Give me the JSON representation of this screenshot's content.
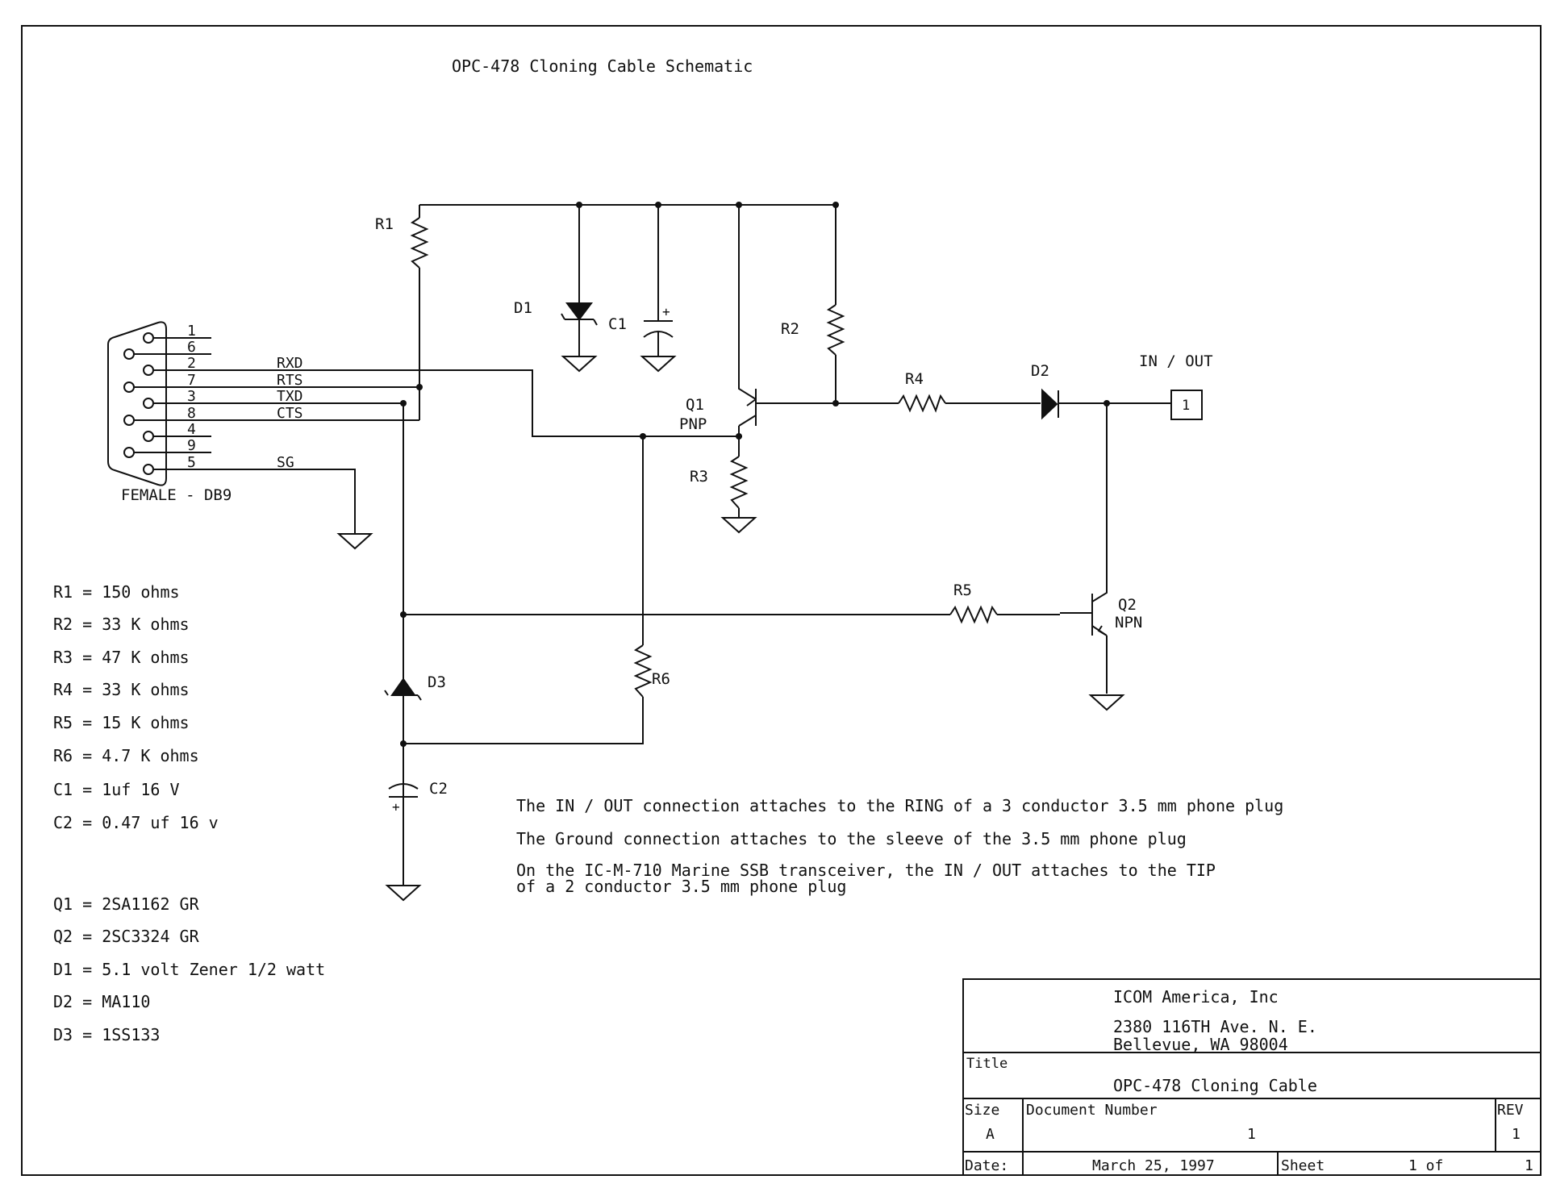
{
  "title": "OPC-478 Cloning Cable Schematic",
  "connector": {
    "label": "FEMALE - DB9",
    "pins": [
      "1",
      "6",
      "2",
      "7",
      "3",
      "8",
      "4",
      "9",
      "5"
    ],
    "signals": [
      "RXD",
      "RTS",
      "TXD",
      "CTS",
      "SG"
    ]
  },
  "refs": {
    "r1": "R1",
    "r2": "R2",
    "r3": "R3",
    "r4": "R4",
    "r5": "R5",
    "r6": "R6",
    "d1": "D1",
    "d2": "D2",
    "d3": "D3",
    "c1": "C1",
    "c2": "C2",
    "q1": "Q1",
    "q1_type": "PNP",
    "q2": "Q2",
    "q2_type": "NPN",
    "io": "IN / OUT",
    "io_pin": "1",
    "plus": "+"
  },
  "parts_list": [
    "R1 = 150 ohms",
    "R2 = 33 K ohms",
    "R3 = 47 K ohms",
    "R4 = 33 K ohms",
    "R5 = 15 K ohms",
    "R6 = 4.7 K ohms",
    "C1 = 1uf 16 V",
    "C2 = 0.47 uf 16 v"
  ],
  "semis_list": [
    "Q1 = 2SA1162 GR",
    "Q2 = 2SC3324 GR",
    "D1 = 5.1 volt Zener 1/2 watt",
    "D2 = MA110",
    "D3 = 1SS133"
  ],
  "notes": [
    "The IN / OUT connection attaches to the RING of a 3 conductor 3.5 mm phone plug",
    "The Ground connection attaches to the sleeve of the 3.5 mm phone plug",
    "On the IC-M-710 Marine SSB transceiver, the IN / OUT attaches to the TIP",
    "of a 2 conductor 3.5 mm phone plug"
  ],
  "title_block": {
    "company": "ICOM America, Inc",
    "address1": "2380 116TH Ave. N. E.",
    "address2": "Bellevue, WA 98004",
    "title_label": "Title",
    "title_value": "OPC-478 Cloning Cable",
    "size_label": "Size",
    "size_value": "A",
    "docnum_label": "Document Number",
    "docnum_value": "1",
    "rev_label": "REV",
    "rev_value": "1",
    "date_label": "Date:",
    "date_value": "March 25, 1997",
    "sheet_label": "Sheet",
    "sheet_value": "1 of",
    "sheet_total": "1"
  }
}
